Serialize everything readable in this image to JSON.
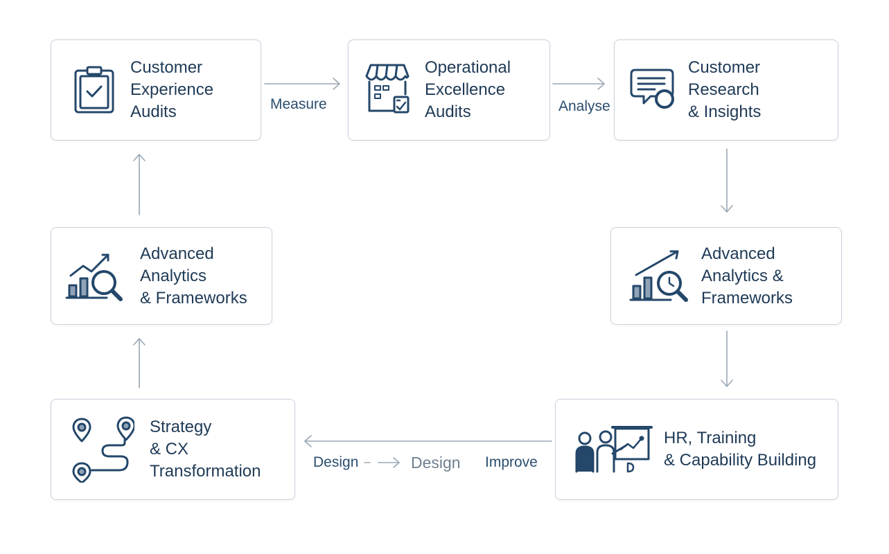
{
  "diagram": {
    "nodes": {
      "cx_audits": {
        "label": "Customer\nExperience\nAudits",
        "icon": "clipboard-check-icon"
      },
      "ops_audits": {
        "label": "Operational\nExcellence\nAudits",
        "icon": "storefront-checklist-icon"
      },
      "research": {
        "label": "Customer\nResearch\n& Insights",
        "icon": "chat-magnifier-icon"
      },
      "analytics_left": {
        "label": "Advanced\nAnalytics\n& Frameworks",
        "icon": "chart-magnifier-icon"
      },
      "analytics_right": {
        "label": "Advanced\nAnalytics &\nFrameworks",
        "icon": "chart-magnifier-clock-icon"
      },
      "strategy": {
        "label": "Strategy\n& CX\nTransformation",
        "icon": "route-pins-icon"
      },
      "hr_training": {
        "label": "HR, Training\n& Capability Building",
        "icon": "people-presentation-icon"
      }
    },
    "edges": {
      "measure": "Measure",
      "analyse": "Analyse",
      "improve": "Improve",
      "design_a": "Design",
      "design_b": "Design"
    },
    "colors": {
      "text": "#1f3a56",
      "icon": "#24476a",
      "border": "#c9d2dc",
      "arrow": "#9aa7b4",
      "edge_label": "#2a4d6e",
      "edge_label_light": "#6f7f8f"
    }
  }
}
